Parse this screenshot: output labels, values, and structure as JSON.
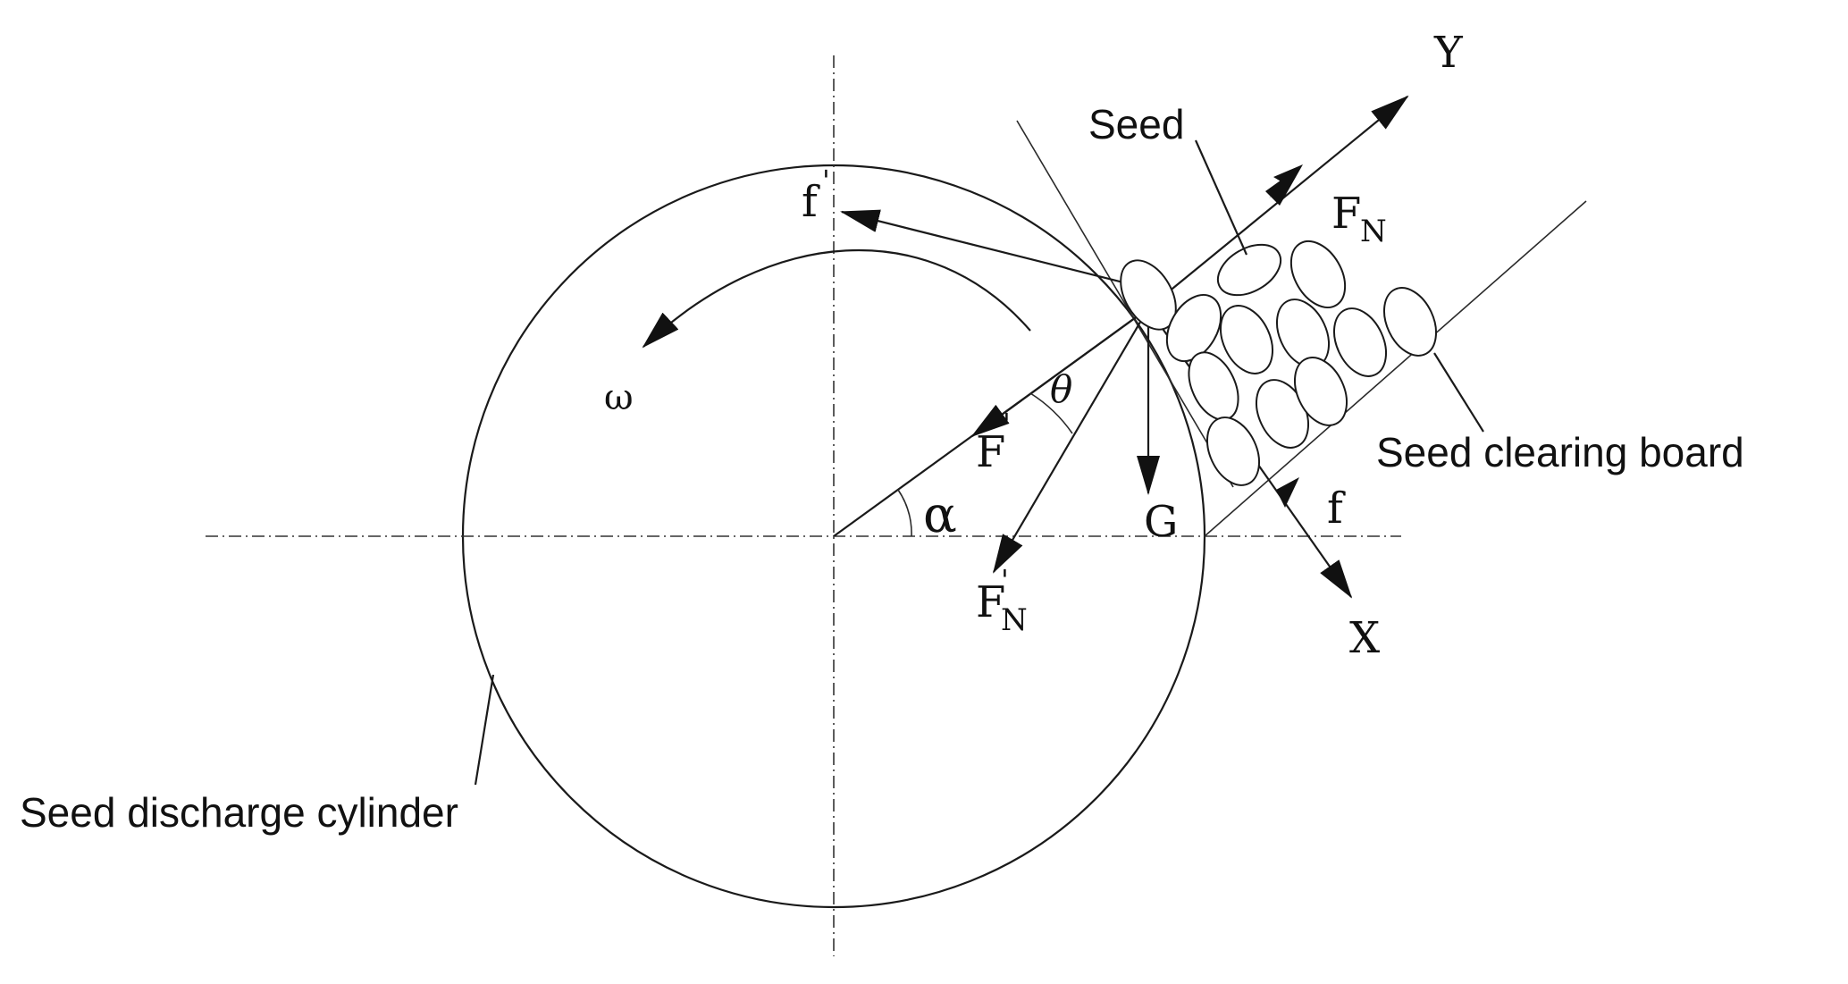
{
  "labels": {
    "seed": "Seed",
    "seed_clearing_board": "Seed clearing board",
    "seed_discharge_cylinder": "Seed discharge cylinder"
  },
  "symbols": {
    "y_axis": "Y",
    "x_axis": "X",
    "f_prime": "f",
    "f_prime_mark": "'",
    "omega": "ω",
    "theta": "θ",
    "alpha": "α",
    "F_prime": "F",
    "F_prime_mark": "'",
    "FN_prime": "F",
    "FN_prime_mark": "'",
    "FN_prime_sub": "N",
    "F_N": "F",
    "F_N_sub": "N",
    "G": "G",
    "f": "f"
  }
}
